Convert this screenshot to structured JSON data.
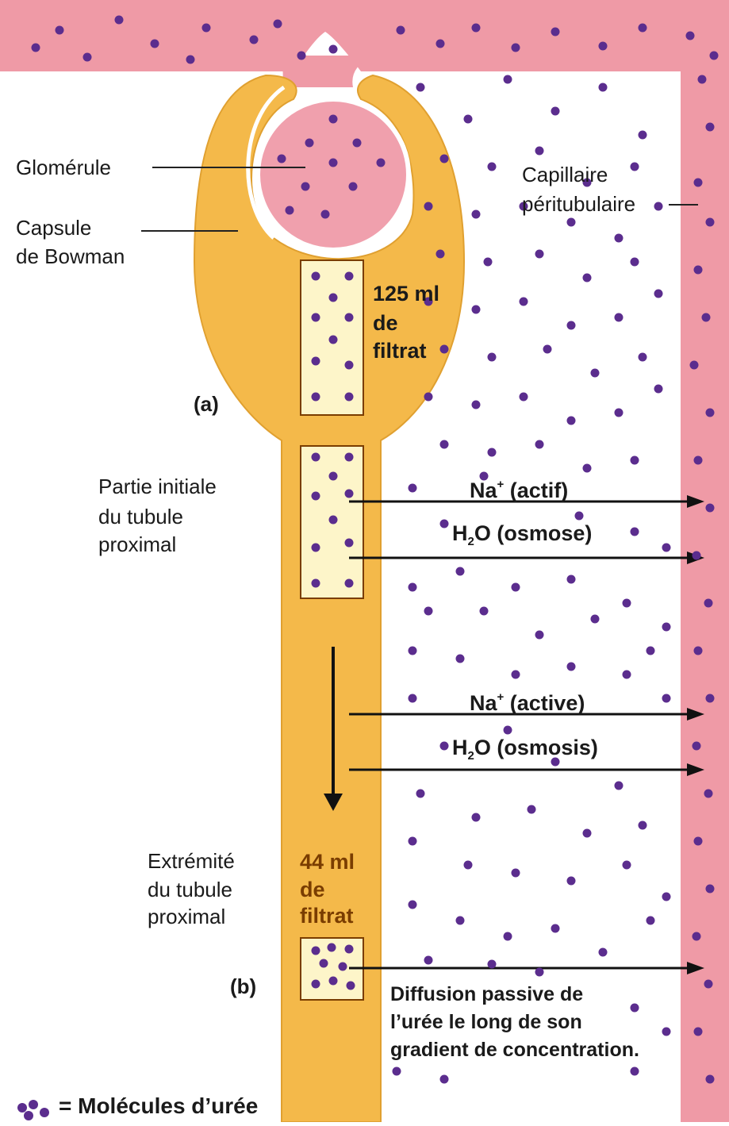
{
  "labels": {
    "glomerule": "Glomérule",
    "capsule_line1": "Capsule",
    "capsule_line2": "de Bowman",
    "capillaire_line1": "Capillaire",
    "capillaire_line2": "péritubulaire",
    "filtrat_125_line1": "125 ml",
    "filtrat_125_line2": "de",
    "filtrat_125_line3": "filtrat",
    "marker_a": "(a)",
    "partie_line1": "Partie initiale",
    "partie_line2": "du tubule",
    "partie_line3": "proximal",
    "extremite_line1": "Extrémité",
    "extremite_line2": "du tubule",
    "extremite_line3": "proximal",
    "filtrat_44_line1": "44 ml",
    "filtrat_44_line2": "de",
    "filtrat_44_line3": "filtrat",
    "marker_b": "(b)",
    "diffusion_line1": "Diffusion passive de",
    "diffusion_line2": "l’urée le long de son",
    "diffusion_line3": "gradient de concentration."
  },
  "transport": {
    "na1_prefix": "Na",
    "na1_sup": "+",
    "na1_suffix": " (actif)",
    "h2o1_prefix": "H",
    "h2o1_sub": "2",
    "h2o1_suffix": "O (osmose)",
    "na2_prefix": "Na",
    "na2_sup": "+",
    "na2_suffix": " (active)",
    "h2o2_prefix": "H",
    "h2o2_sub": "2",
    "h2o2_suffix": "O (osmosis)"
  },
  "legend": {
    "text": "= Molécules d’urée"
  },
  "colors": {
    "capillary": "#ef9aa6",
    "capillary_dark": "#d9707f",
    "tubule": "#f4b94a",
    "tubule_light": "#f9d27a",
    "filtrate_box": "#fdf5c9",
    "urea_dot": "#5b2d8e",
    "interstitial": "#ffffff"
  }
}
